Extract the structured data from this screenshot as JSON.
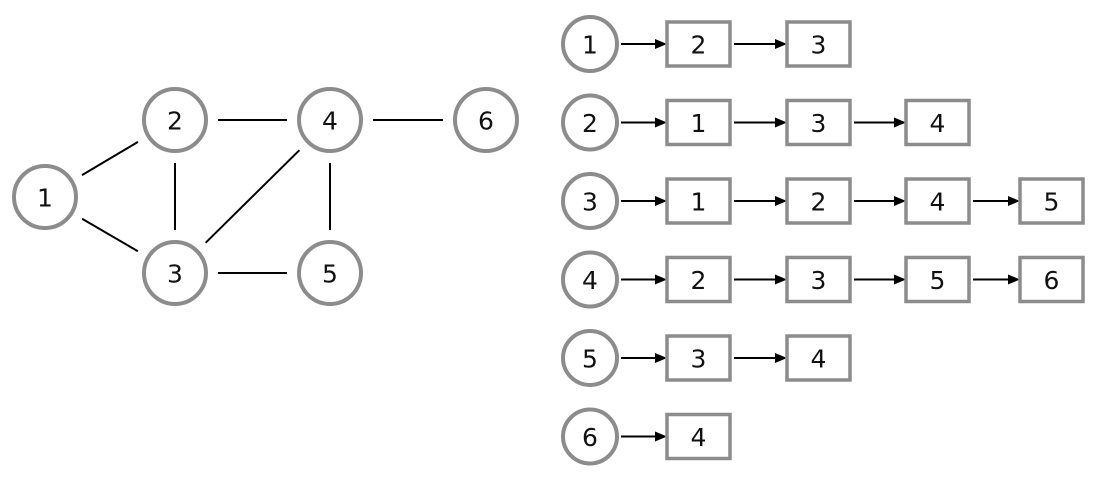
{
  "graph": {
    "nodes": [
      {
        "id": "1",
        "label": "1"
      },
      {
        "id": "2",
        "label": "2"
      },
      {
        "id": "3",
        "label": "3"
      },
      {
        "id": "4",
        "label": "4"
      },
      {
        "id": "5",
        "label": "5"
      },
      {
        "id": "6",
        "label": "6"
      }
    ],
    "edges": [
      [
        "1",
        "2"
      ],
      [
        "1",
        "3"
      ],
      [
        "2",
        "3"
      ],
      [
        "2",
        "4"
      ],
      [
        "3",
        "4"
      ],
      [
        "3",
        "5"
      ],
      [
        "4",
        "5"
      ],
      [
        "4",
        "6"
      ]
    ]
  },
  "adjacency_list": [
    {
      "head": "1",
      "items": [
        "2",
        "3"
      ]
    },
    {
      "head": "2",
      "items": [
        "1",
        "3",
        "4"
      ]
    },
    {
      "head": "3",
      "items": [
        "1",
        "2",
        "4",
        "5"
      ]
    },
    {
      "head": "4",
      "items": [
        "2",
        "3",
        "5",
        "6"
      ]
    },
    {
      "head": "5",
      "items": [
        "3",
        "4"
      ]
    },
    {
      "head": "6",
      "items": [
        "4"
      ]
    }
  ],
  "colors": {
    "node_stroke": "#8c8c8c",
    "edge": "#000000",
    "text": "#111111"
  }
}
